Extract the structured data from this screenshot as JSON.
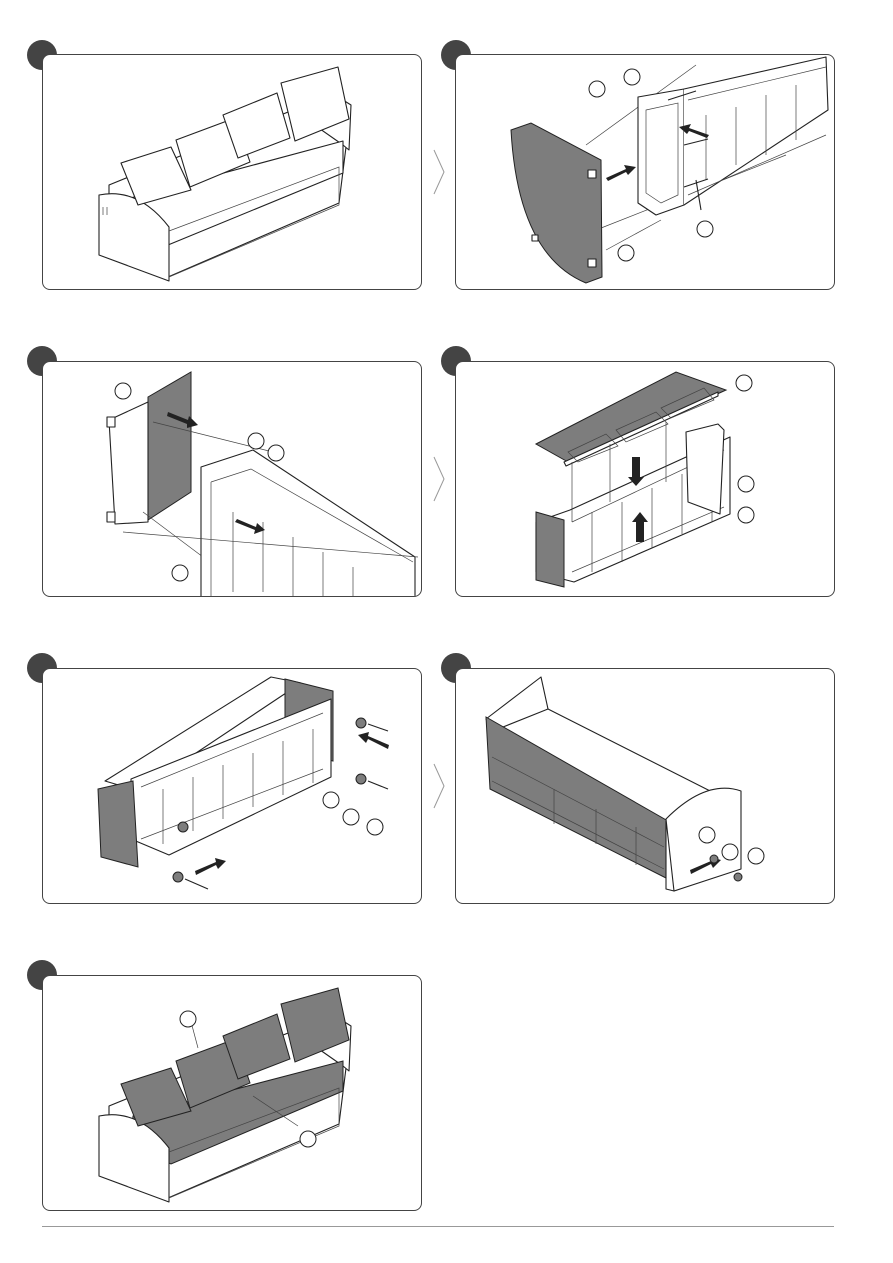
{
  "steps": [
    {
      "number": "",
      "title": "sofa-overview"
    },
    {
      "number": "",
      "title": "attach-side-panel"
    },
    {
      "number": "",
      "title": "attach-back-panel"
    },
    {
      "number": "",
      "title": "attach-bottom-frame"
    },
    {
      "number": "",
      "title": "attach-feet"
    },
    {
      "number": "",
      "title": "attach-arm"
    },
    {
      "number": "",
      "title": "place-cushions"
    }
  ],
  "icons": {
    "separator": "chevron-right-icon"
  }
}
